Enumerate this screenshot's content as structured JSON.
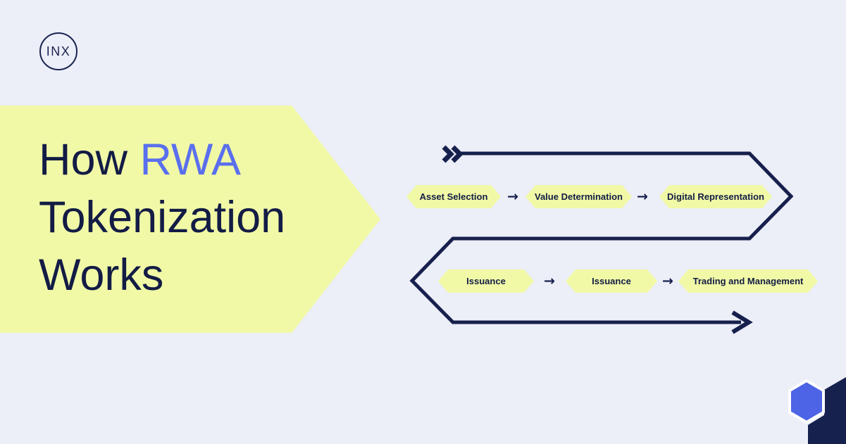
{
  "logo": {
    "text": "INX"
  },
  "title": {
    "prefix": "How",
    "highlight": "RWA",
    "line2": "Tokenization",
    "line3": "Works"
  },
  "flow": {
    "steps": [
      {
        "label": "Asset Selection"
      },
      {
        "label": "Value Determination"
      },
      {
        "label": "Digital Representation"
      },
      {
        "label": "Issuance"
      },
      {
        "label": "Issuance"
      },
      {
        "label": "Trading and Management"
      }
    ]
  },
  "icons": {
    "arrow_right": "→",
    "double_chevron": "»",
    "flow_arrowhead": ">",
    "hexagon": "hexagon"
  },
  "colors": {
    "background": "#ECEEF8",
    "accent_yellow": "#F1F9A6",
    "navy": "#16204C",
    "title_text": "#131C45",
    "highlight_blue": "#5A6FEE",
    "hexagon_blue": "#4C64E5",
    "hexagon_outline": "#FFFFFF"
  }
}
